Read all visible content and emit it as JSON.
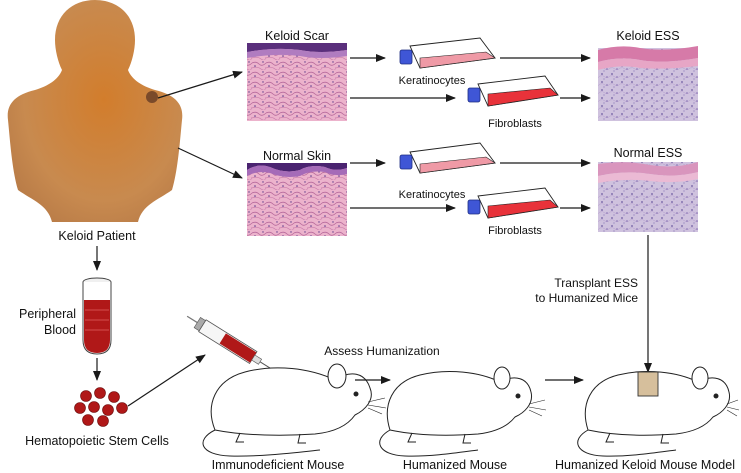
{
  "labels": {
    "keloid_patient": "Keloid Patient",
    "keloid_scar": "Keloid Scar",
    "normal_skin": "Normal Skin",
    "keloid_ess": "Keloid ESS",
    "normal_ess": "Normal ESS",
    "keratinocytes": "Keratinocytes",
    "fibroblasts": "Fibroblasts",
    "peripheral_blood_1": "Peripheral",
    "peripheral_blood_2": "Blood",
    "hsc": "Hematopoietic Stem Cells",
    "transplant_1": "Transplant ESS",
    "transplant_2": "to Humanized Mice",
    "assess": "Assess Humanization",
    "mouse_immunodeficient": "Immunodeficient Mouse",
    "mouse_humanized": "Humanized Mouse",
    "mouse_keloid_model": "Humanized Keloid Mouse Model"
  },
  "colors": {
    "skin_tone": "#c7813f",
    "skin_glow": "#d8883a",
    "histology_pink": "#e9a7c4",
    "epidermis_purple": "#6a3f8a",
    "keratinocyte_medium": "#ef9aa6",
    "fibroblast_medium": "#e8323a",
    "flask_cap": "#3f56d6",
    "blood_red": "#b01818",
    "ess_patch": "#d6bf9c",
    "arrow": "#1a1a1a"
  }
}
